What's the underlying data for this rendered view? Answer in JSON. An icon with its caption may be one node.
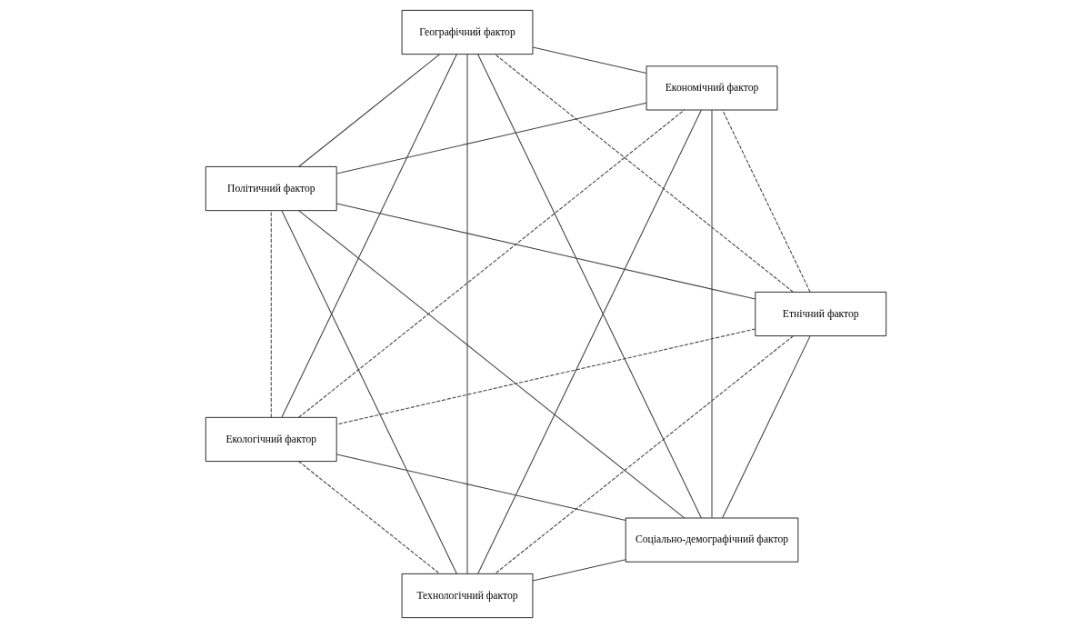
{
  "diagram": {
    "nodes": [
      {
        "text": [
          "Соціально-демографічний фактор"
        ]
      },
      {
        "text": [
          "Етнічний фактор"
        ]
      },
      {
        "text": [
          "Екологічний фактор"
        ]
      },
      {
        "text": [
          "Політичний фактор"
        ]
      },
      {
        "text": [
          "Географічний фактор"
        ]
      },
      {
        "text": [
          "Економічний фактор"
        ]
      },
      {
        "text": [
          "Технологічний фактор"
        ]
      }
    ],
    "edges": [
      {
        "from": 0,
        "to": 1,
        "arrow": "none"
      },
      {
        "from": 0,
        "to": 2,
        "arrow": "none"
      },
      {
        "from": 0,
        "to": 3,
        "arrow": "none"
      },
      {
        "from": 0,
        "to": 4,
        "arrow": "none"
      },
      {
        "from": 0,
        "to": 5,
        "arrow": "none"
      },
      {
        "from": 0,
        "to": 6,
        "arrow": "none"
      },
      {
        "from": 1,
        "to": 2,
        "arrow": "none",
        "style": "dashed"
      },
      {
        "from": 1,
        "to": 3,
        "arrow": "none"
      },
      {
        "from": 1,
        "to": 4,
        "arrow": "none",
        "style": "dashed"
      },
      {
        "from": 1,
        "to": 5,
        "arrow": "none",
        "style": "dashed"
      },
      {
        "from": 1,
        "to": 6,
        "arrow": "none",
        "style": "dashed"
      },
      {
        "from": 2,
        "to": 3,
        "arrow": "none",
        "style": "dashed"
      },
      {
        "from": 2,
        "to": 4,
        "arrow": "none"
      },
      {
        "from": 2,
        "to": 5,
        "arrow": "none",
        "style": "dashed"
      },
      {
        "from": 2,
        "to": 6,
        "arrow": "none",
        "style": "dashed"
      },
      {
        "from": 3,
        "to": 4,
        "arrow": "none"
      },
      {
        "from": 3,
        "to": 5,
        "arrow": "none"
      },
      {
        "from": 3,
        "to": 6,
        "arrow": "none"
      },
      {
        "from": 4,
        "to": 5,
        "arrow": "none"
      },
      {
        "from": 4,
        "to": 6,
        "arrow": "none"
      },
      {
        "from": 5,
        "to": 6,
        "arrow": "none"
      }
    ]
  }
}
